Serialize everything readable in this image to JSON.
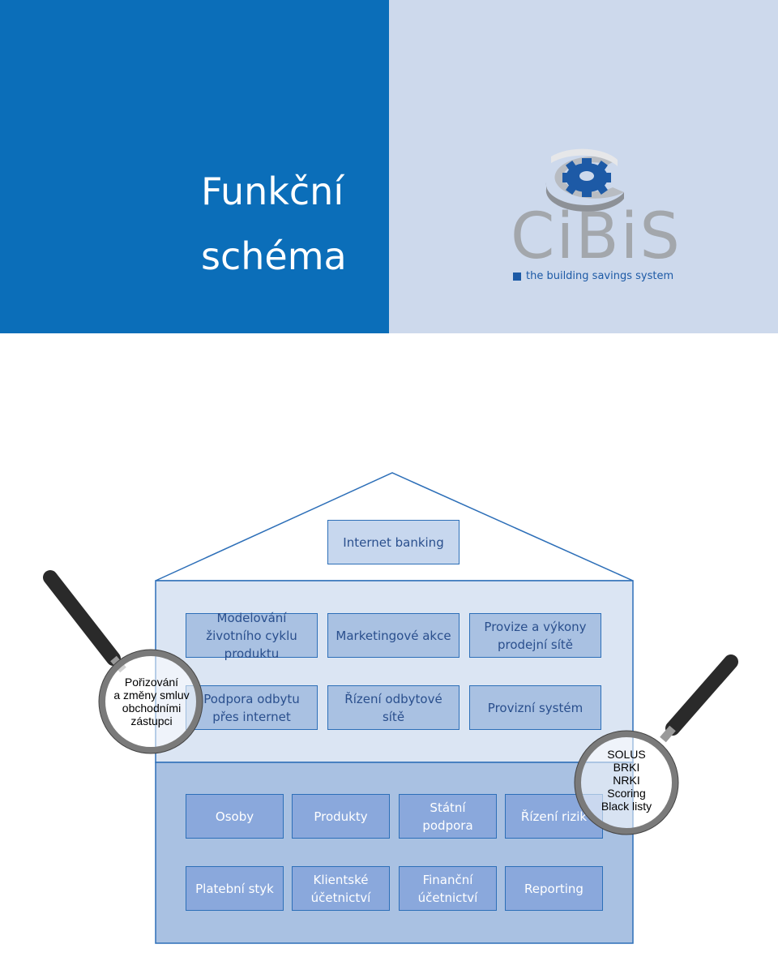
{
  "header": {
    "title_lines": [
      "Funkční",
      "schéma"
    ],
    "logo_text": "CiBiS",
    "tagline": "the building savings system"
  },
  "diagram": {
    "roof_box": "Internet banking",
    "upper_boxes": [
      "Modelování životního cyklu produktu",
      "Marketingové akce",
      "Provize a výkony prodejní sítě",
      "Podpora odbytu přes internet",
      "Řízení odbytové sítě",
      "Provizní systém"
    ],
    "lower_boxes": [
      "Osoby",
      "Produkty",
      "Státní podpora",
      "Řízení rizik",
      "Platební styk",
      "Klientské účetnictví",
      "Finanční účetnictví",
      "Reporting"
    ],
    "magnifier_left": [
      "Pořizování",
      "a změny smluv",
      "obchodními",
      "zástupci"
    ],
    "magnifier_right": [
      "SOLUS",
      "BRKI",
      "NRKI",
      "Scoring",
      "Black listy"
    ]
  },
  "colors": {
    "header_blue": "#0b6eb9",
    "header_light": "#cdd9ec",
    "logo_gear": "#1d5aa6",
    "house_upper": "#dbe5f3",
    "house_lower": "#a9c1e2",
    "box_border": "#2d6fb8"
  }
}
